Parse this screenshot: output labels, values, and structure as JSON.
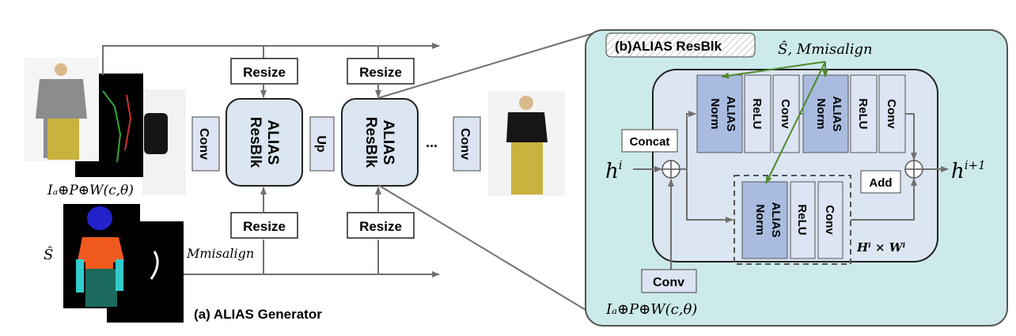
{
  "generator": {
    "caption": "(a) ALIAS Generator",
    "resize_label": "Resize",
    "conv_label": "Conv",
    "up_label": "Up",
    "resblk_line1": "ALIAS",
    "resblk_line2": "ResBlk",
    "ellipsis": "...",
    "input_label_1": "I_a⊕P⊕W(c,θ)",
    "seg_label": "Ŝ",
    "misalign_label": "M_misalign"
  },
  "resblk": {
    "title": "(b)ALIAS ResBlk",
    "cond_label": "Ŝ, M_misalign",
    "concat_label": "Concat",
    "add_label": "Add",
    "conv_label": "Conv",
    "norm_line1": "ALIAS",
    "norm_line2": "Norm",
    "relu_label": "ReLU",
    "h_in": "h^i",
    "h_out": "h^(i+1)",
    "size_label": "H^i × W^i",
    "input_label": "I_a⊕P⊕W(c,θ)"
  },
  "colors": {
    "panel_bg": "#cdeaea",
    "block_bg": "#dce6f2",
    "norm_bg": "#a9bce0",
    "layer_bg": "#dde4f3",
    "arrow_gray": "#707070",
    "arrow_green": "#4f8a2e"
  }
}
